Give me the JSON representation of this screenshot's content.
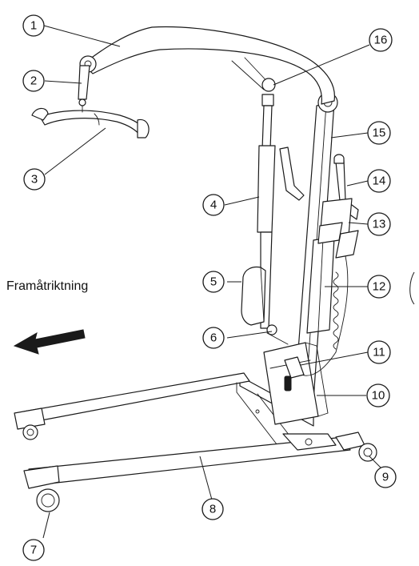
{
  "direction_label": "Framåtriktning",
  "colors": {
    "line": "#1a1a1a",
    "background": "#ffffff"
  },
  "callouts": [
    {
      "id": "1",
      "label": "1"
    },
    {
      "id": "2",
      "label": "2"
    },
    {
      "id": "3",
      "label": "3"
    },
    {
      "id": "4",
      "label": "4"
    },
    {
      "id": "5",
      "label": "5"
    },
    {
      "id": "6",
      "label": "6"
    },
    {
      "id": "7",
      "label": "7"
    },
    {
      "id": "8",
      "label": "8"
    },
    {
      "id": "9",
      "label": "9"
    },
    {
      "id": "10",
      "label": "10"
    },
    {
      "id": "11",
      "label": "11"
    },
    {
      "id": "12",
      "label": "12"
    },
    {
      "id": "13",
      "label": "13"
    },
    {
      "id": "14",
      "label": "14"
    },
    {
      "id": "15",
      "label": "15"
    },
    {
      "id": "16",
      "label": "16"
    }
  ]
}
